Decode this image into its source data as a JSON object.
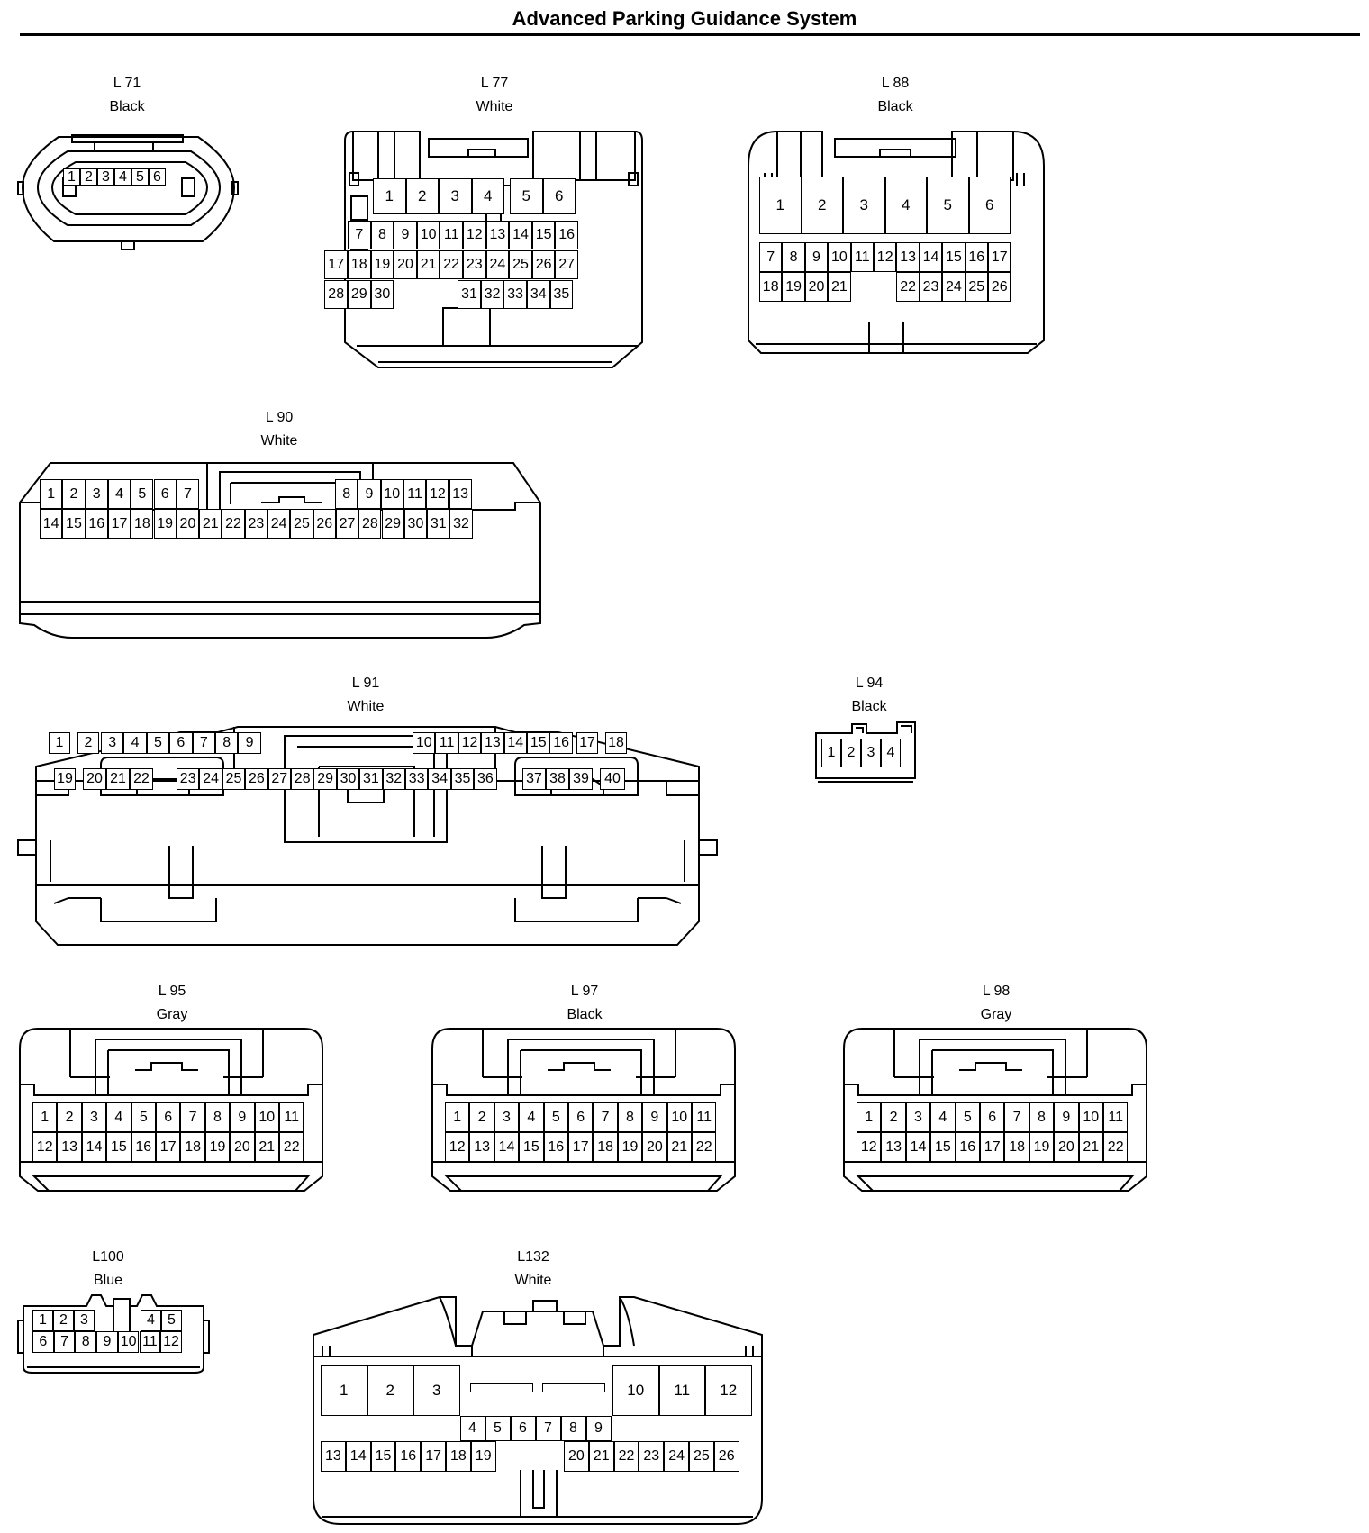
{
  "title": "Advanced Parking Guidance System",
  "connectors": [
    {
      "id": "L 71",
      "color": "Black"
    },
    {
      "id": "L 77",
      "color": "White"
    },
    {
      "id": "L 88",
      "color": "Black"
    },
    {
      "id": "L 90",
      "color": "White"
    },
    {
      "id": "L 91",
      "color": "White"
    },
    {
      "id": "L 94",
      "color": "Black"
    },
    {
      "id": "L 95",
      "color": "Gray"
    },
    {
      "id": "L 97",
      "color": "Black"
    },
    {
      "id": "L 98",
      "color": "Gray"
    },
    {
      "id": "L100",
      "color": "Blue"
    },
    {
      "id": "L132",
      "color": "White"
    }
  ]
}
